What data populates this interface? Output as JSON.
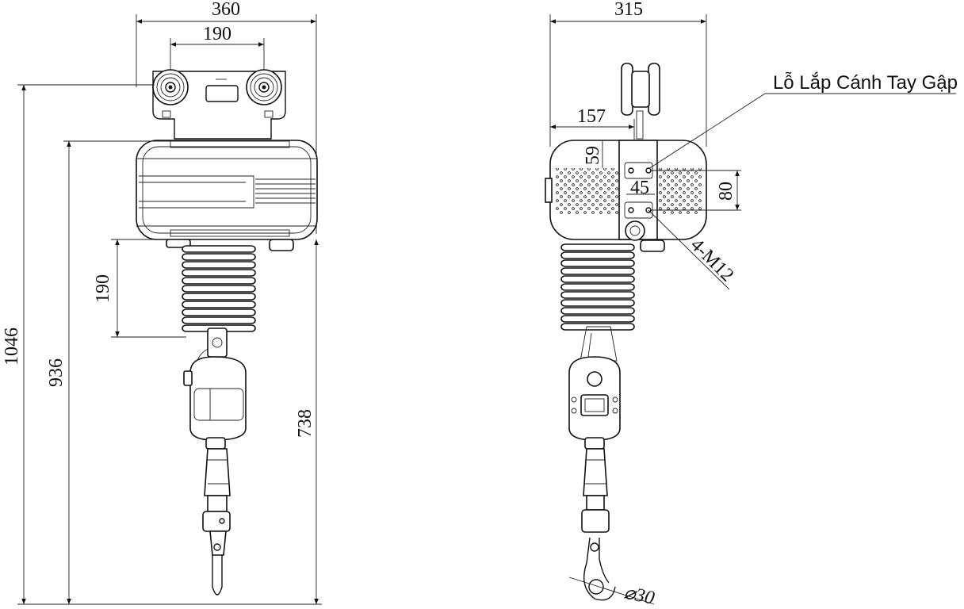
{
  "front_view": {
    "dim_width": "360",
    "dim_wheel_spacing": "190",
    "dim_total_height": "1046",
    "dim_body_to_hook": "936",
    "dim_coil_height": "190",
    "dim_lower_height": "738"
  },
  "side_view": {
    "dim_depth": "315",
    "dim_center_offset": "157",
    "dim_plate_top": "59",
    "dim_hole_spacing_h": "45",
    "dim_hole_spacing_v": "80",
    "bolt_spec": "4-M12",
    "hook_diameter": "⌀30",
    "mount_hole_label": "Lỗ Lắp Cánh Tay Gập"
  }
}
